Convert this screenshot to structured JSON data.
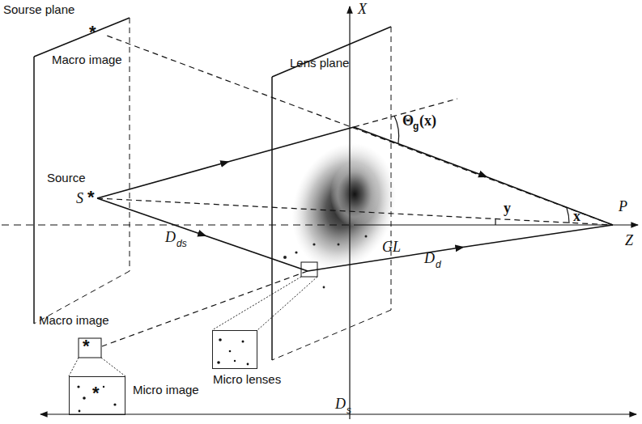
{
  "diagram": {
    "nodes": [
      {
        "text": [
          "Micro image"
        ]
      },
      {
        "text": [
          "Micro lenses"
        ]
      }
    ],
    "labels": [
      "Sourse plane",
      "*",
      "Macro image",
      "Source",
      "S",
      "*",
      "Lens plane",
      "X",
      "Θ",
      "g",
      "(x)",
      "y",
      "x",
      "P",
      "Z",
      "GL",
      "D",
      "ds",
      "D",
      "d",
      "Macro image",
      "*",
      "*",
      "D",
      "s"
    ]
  }
}
